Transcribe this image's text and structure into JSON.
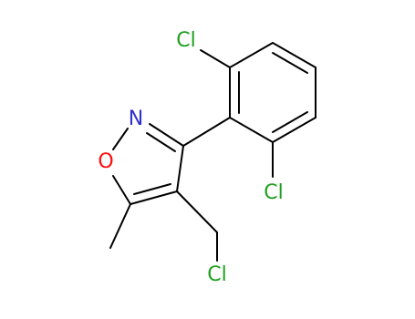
{
  "molecule": {
    "atom_labels": {
      "cl_top": "Cl",
      "cl_right": "Cl",
      "n": "N",
      "o": "O",
      "cl_bottom": "Cl"
    },
    "colors": {
      "chlorine": "#1f9f1f",
      "nitrogen": "#3030d0",
      "oxygen": "#ff0d0d",
      "bond": "#000000"
    }
  }
}
